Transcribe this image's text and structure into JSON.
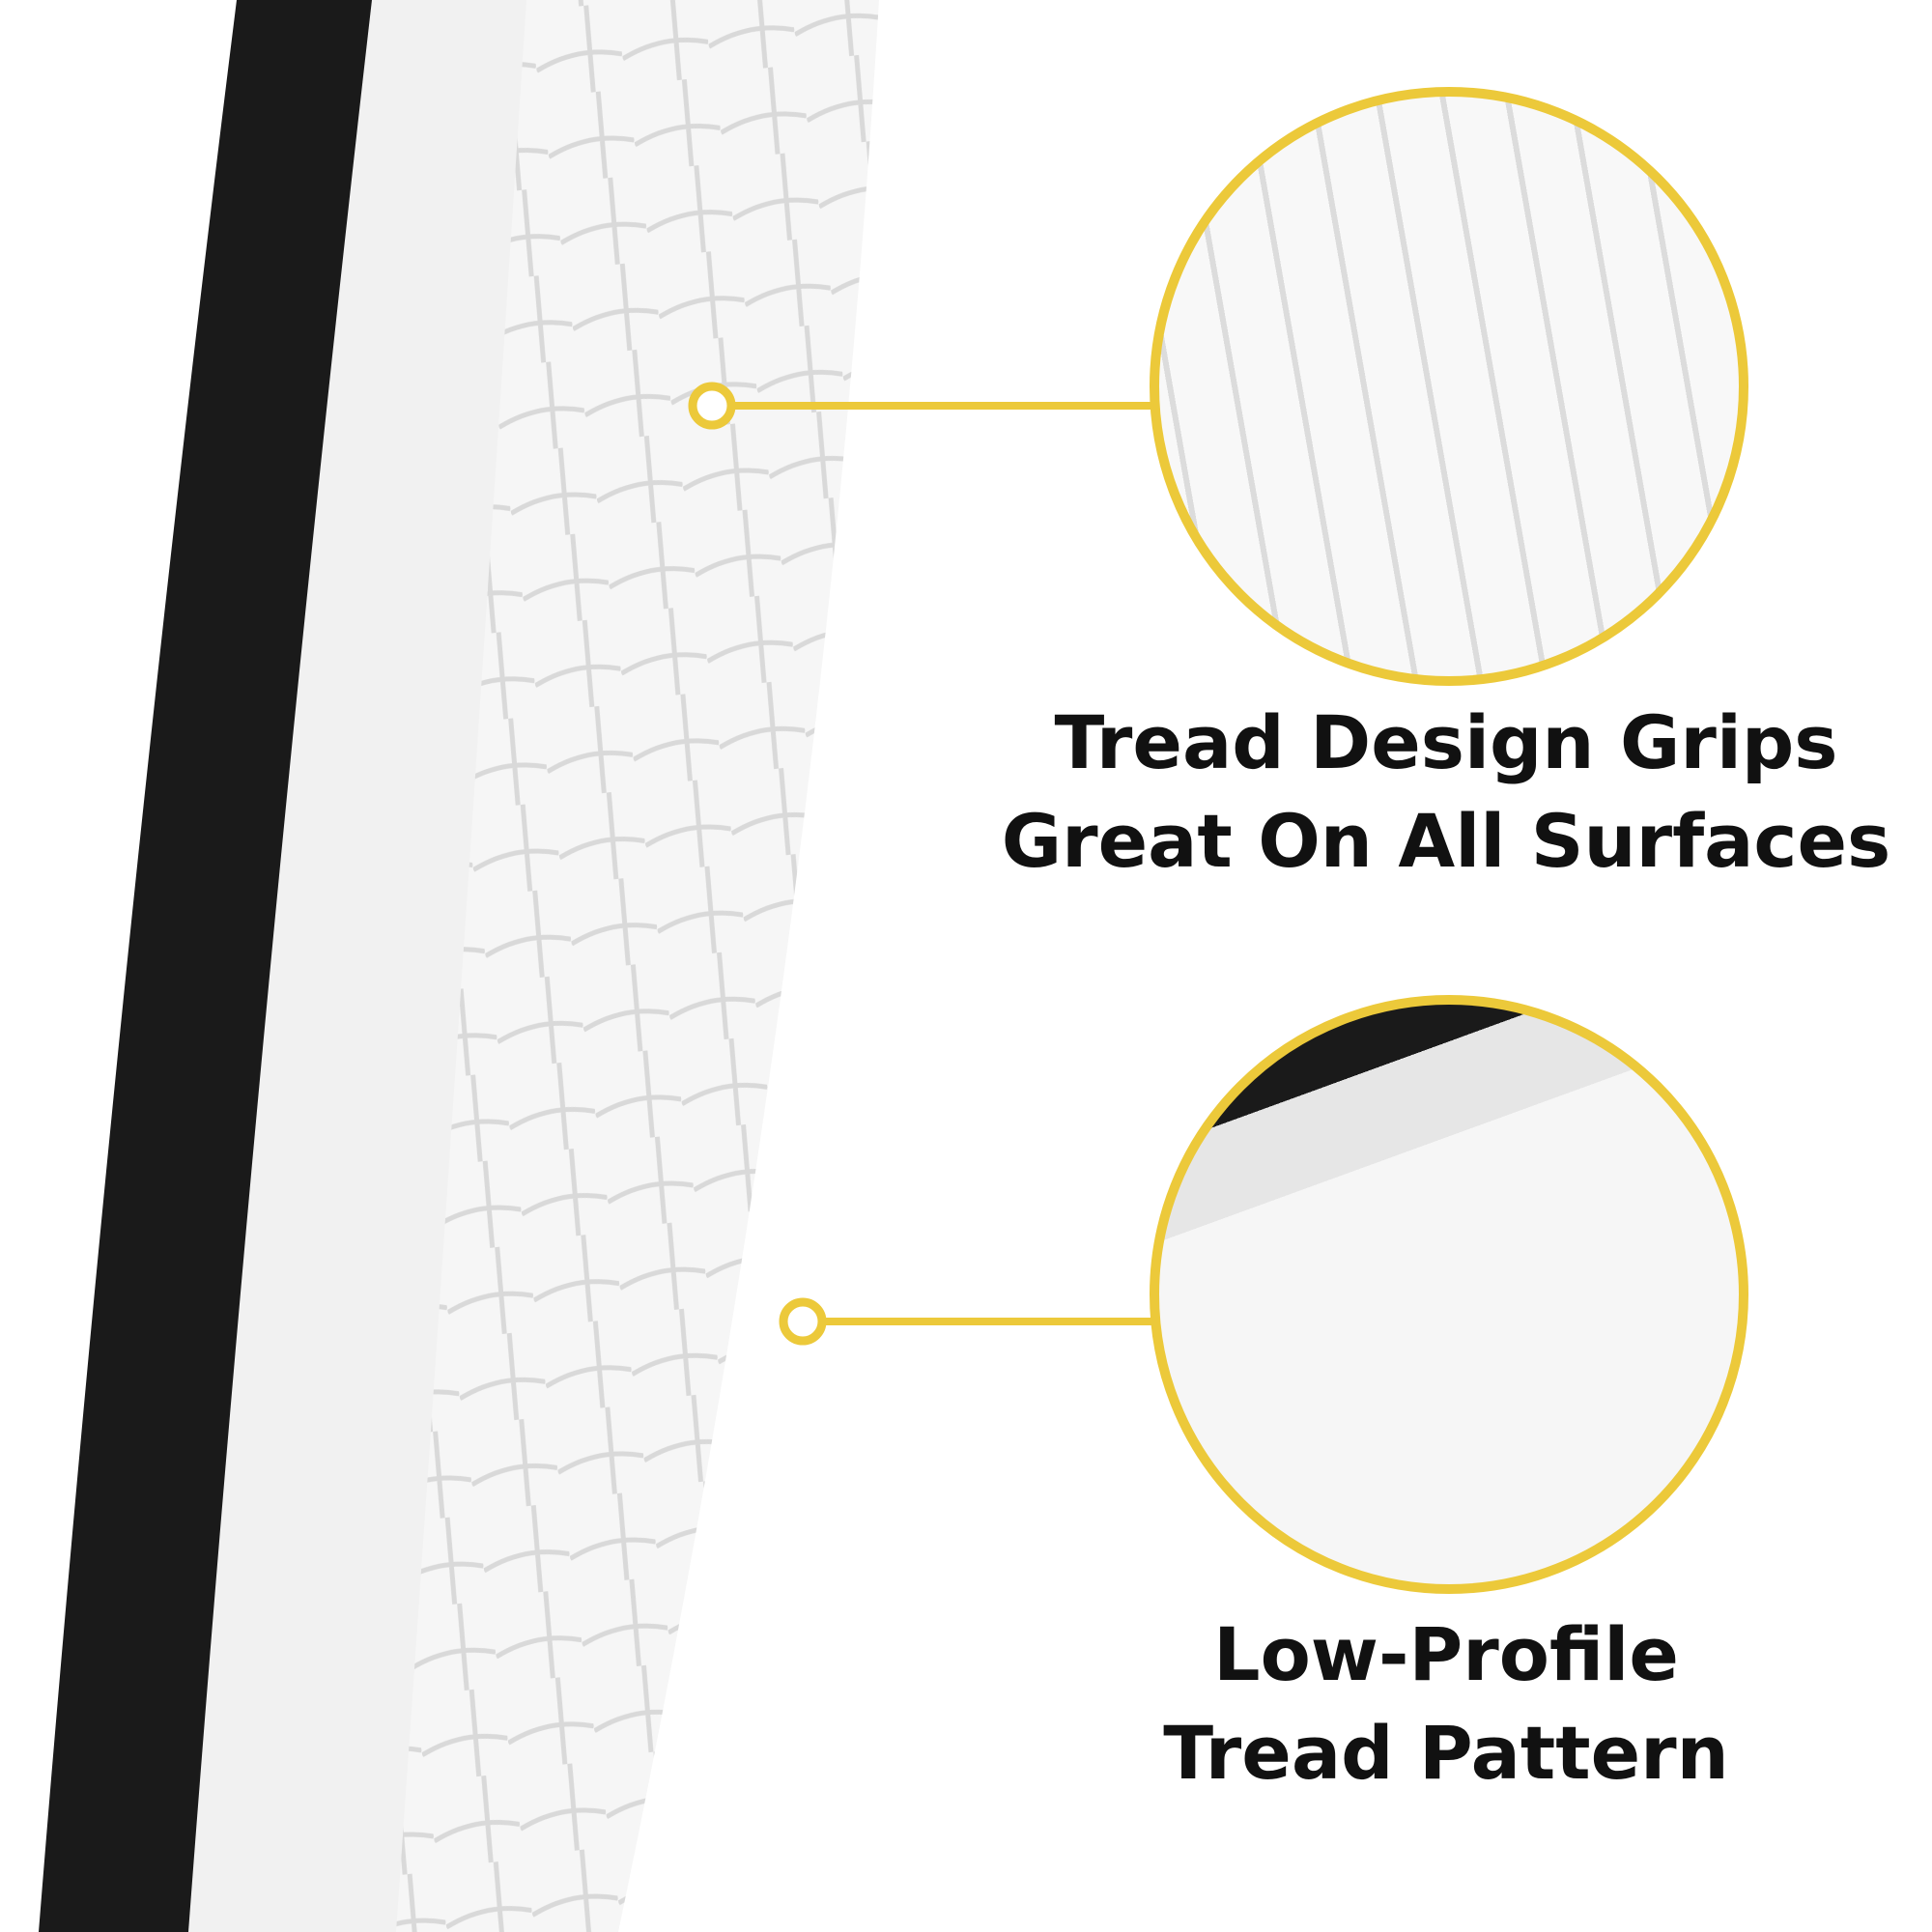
{
  "callouts": [
    {
      "line1": "Tread Design Grips",
      "line2": "Great On All Surfaces"
    },
    {
      "line1": "Low-Profile",
      "line2": "Tread Pattern"
    }
  ],
  "colors": {
    "accent": "#ecc93a",
    "rim": "#1a1a1a",
    "tire": "#f4f4f4",
    "text": "#111111"
  }
}
